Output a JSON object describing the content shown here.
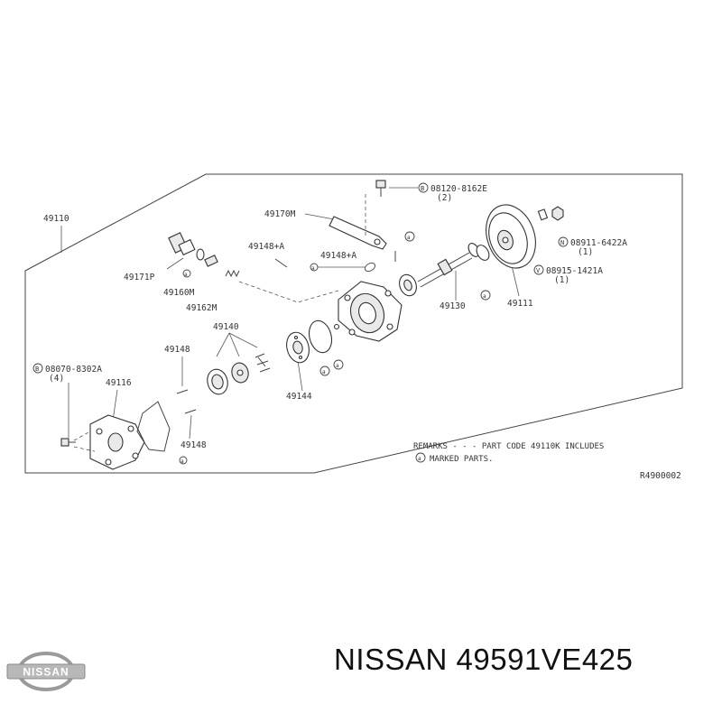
{
  "diagram": {
    "labels": {
      "l49110": "49110",
      "l49170m": "49170M",
      "l08120": "08120-8162E",
      "l08120q": "(2)",
      "l49148a1": "49148+A",
      "l49148a2": "49148+A",
      "l49171p": "49171P",
      "l49160m": "49160M",
      "l49162m": "49162M",
      "l08911": "08911-6422A",
      "l08911q": "(1)",
      "l08915": "08915-1421A",
      "l08915q": "(1)",
      "l49130": "49130",
      "l49111": "49111",
      "l49140": "49140",
      "l49148b": "49148",
      "l08070": "08070-8302A",
      "l08070q": "(4)",
      "l49116": "49116",
      "l49144": "49144",
      "l49148c": "49148"
    },
    "prefixes": {
      "B": "B",
      "N": "N",
      "V": "V"
    },
    "remarks": {
      "line1": "REMARKS - - - PART CODE 49110K INCLUDES",
      "line2": "MARKED PARTS.",
      "marker": "a"
    },
    "ref_code": "R4900002"
  },
  "logo": {
    "text": "NISSAN"
  },
  "product": {
    "title": "NISSAN 49591VE425"
  }
}
